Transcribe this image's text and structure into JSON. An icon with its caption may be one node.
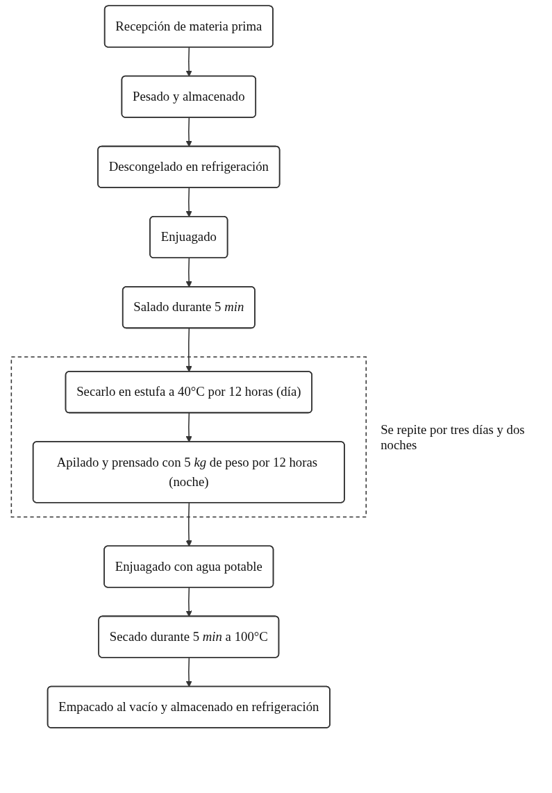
{
  "diagram": {
    "nodes": [
      {
        "text": [
          "Recepción de materia prima"
        ]
      },
      {
        "text": [
          "Pesado y almacenado"
        ]
      },
      {
        "text": [
          "Descongelado en refrigeración"
        ]
      },
      {
        "text": [
          "Enjuagado"
        ]
      },
      {
        "text": [
          "Salado durante 5 *min*"
        ]
      },
      {
        "text": [],
        "shape": "box",
        "beside": [
          "Se repite por tres días y dos noches"
        ]
      },
      {
        "text": [
          "Secarlo en estufa a 40°C por 12 horas (día)"
        ],
        "in": 5
      },
      {
        "text": [
          "Apilado y prensado con 5 *kg* de peso por 12 horas (noche)"
        ],
        "in": 5
      },
      {
        "text": [
          "Enjuagado con agua potable"
        ]
      },
      {
        "text": [
          "Secado durante 5 *min* a 100°C"
        ]
      },
      {
        "text": [
          "Empacado al vacío y almacenado en refrigeración"
        ]
      }
    ],
    "edges": [
      {
        "from": 0,
        "to": 1,
        "arrow": "to"
      },
      {
        "from": 1,
        "to": 2,
        "arrow": "to"
      },
      {
        "from": 2,
        "to": 3,
        "arrow": "to"
      },
      {
        "from": 3,
        "to": 4,
        "arrow": "to"
      },
      {
        "from": 4,
        "to": 6,
        "arrow": "to"
      },
      {
        "from": 6,
        "to": 7,
        "arrow": "to"
      },
      {
        "from": 7,
        "to": 8,
        "arrow": "to"
      },
      {
        "from": 8,
        "to": 9,
        "arrow": "to"
      },
      {
        "from": 9,
        "to": 10,
        "arrow": "to"
      }
    ]
  }
}
